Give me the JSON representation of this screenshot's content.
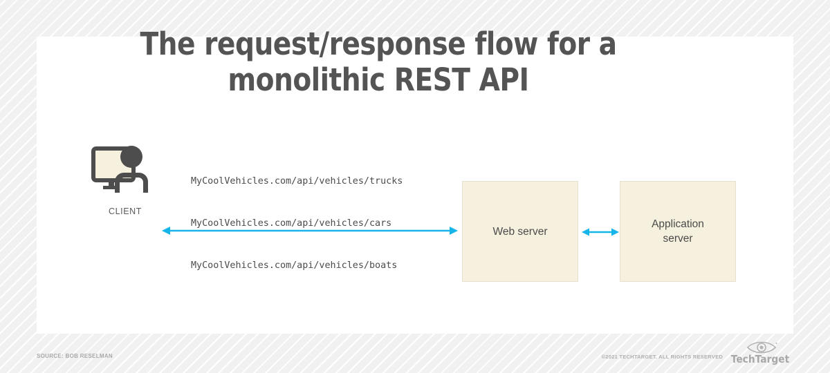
{
  "slide": {
    "title": "The request/response flow for a\nmonolithic REST API",
    "background_color": "#f2f2f2",
    "card_color": "#ffffff",
    "title_color": "#545454"
  },
  "diagram": {
    "accent_color": "#16b4e8",
    "box_fill": "#f6f0de",
    "box_border": "#e6e0cf",
    "icon_color": "#4d4d4d",
    "client": {
      "label": "CLIENT",
      "icon": "client-monitor-person-icon"
    },
    "requests": [
      "MyCoolVehicles.com/api/vehicles/trucks",
      "MyCoolVehicles.com/api/vehicles/cars",
      "MyCoolVehicles.com/api/vehicles/boats"
    ],
    "nodes": [
      {
        "id": "web-server",
        "label": "Web server"
      },
      {
        "id": "application-server",
        "label": "Application\nserver"
      }
    ],
    "connectors": [
      {
        "id": "client-to-web-server",
        "style": "double-headed-arrow",
        "color": "#16b4e8"
      },
      {
        "id": "web-server-to-application-server",
        "style": "double-headed-arrow",
        "color": "#16b4e8"
      }
    ]
  },
  "footer": {
    "source": "SOURCE: BOB RESELMAN",
    "copyright": "©2021 TECHTARGET. ALL RIGHTS RESERVED",
    "logo_text": "TechTarget",
    "logo_icon": "eye-icon",
    "text_color": "#a9a9a9"
  }
}
